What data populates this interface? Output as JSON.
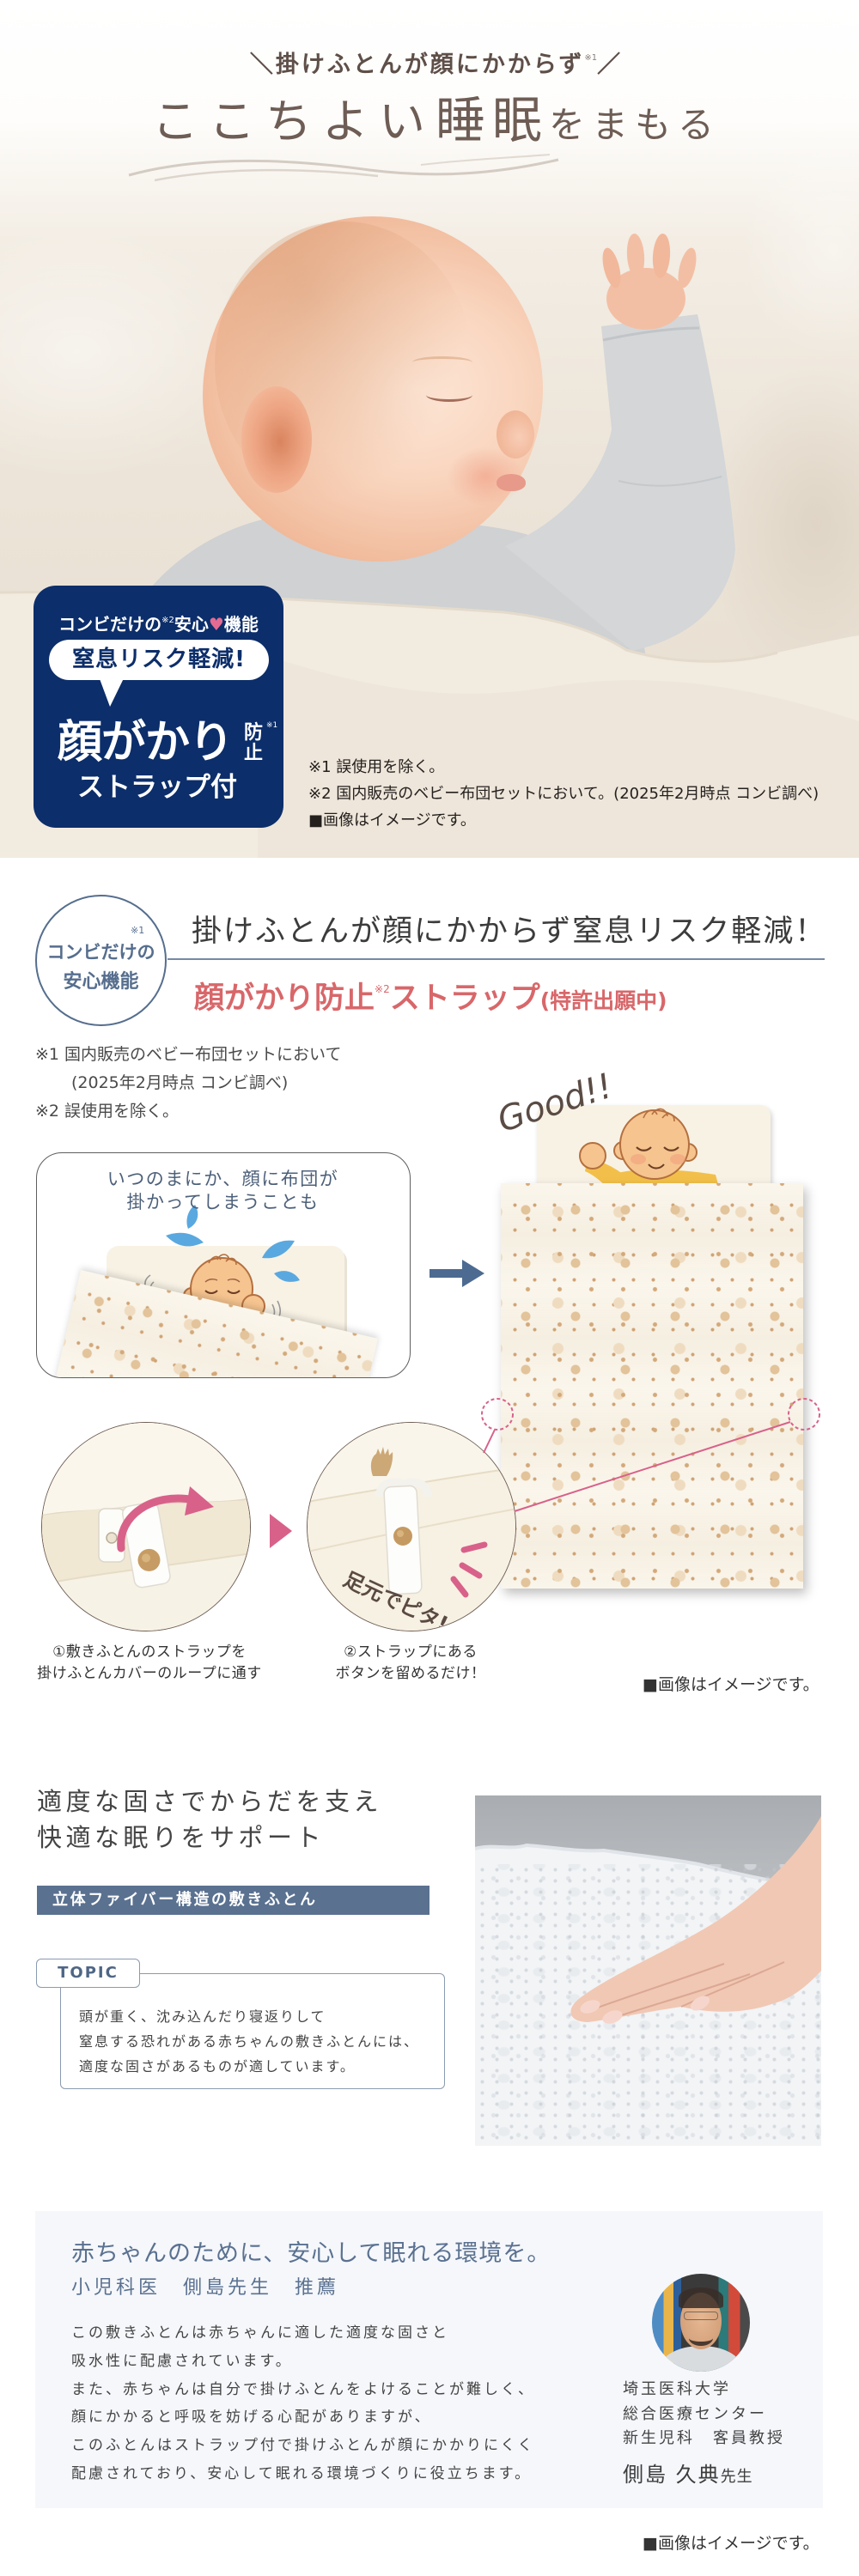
{
  "colors": {
    "navy_badge": "#0c2e6a",
    "pink_accent": "#d8618a",
    "heart": "#e36b92",
    "slate_blue": "#566e8e",
    "band_blue": "#5a7190",
    "coral_red": "#d8676a",
    "hero_cream": "#ece4d8",
    "panel_bg": "#f5f7fb",
    "arrow_blue": "#4d6b91"
  },
  "hero": {
    "kicker": {
      "open": "＼",
      "text": "掛けふとんが顔にかからず",
      "note": "※1",
      "close": "／"
    },
    "title": {
      "part1": "ここちよい",
      "part2": "睡眠",
      "part3": "をまもる"
    },
    "badge": {
      "intro_a": "コンビだけの",
      "intro_note": "※2",
      "intro_b": "安心",
      "heart": "♥",
      "intro_c": "機能",
      "bubble": "窒息リスク軽減!",
      "main": "顔がかり",
      "main_small_1": "防",
      "main_small_2": "止",
      "main_note": "※1",
      "sub": "ストラップ付"
    },
    "notes": [
      "※1 誤使用を除く。",
      "※2 国内販売のベビー布団セットにおいて。(2025年2月時点 コンビ調べ)",
      "■画像はイメージです。"
    ]
  },
  "strap_feature": {
    "circle_badge": {
      "note": "※1",
      "line1": "コンビだけの",
      "line2": "安心機能"
    },
    "heading": "掛けふとんが顔にかからず窒息リスク軽減！",
    "subheading": {
      "text": "顔がかり防止",
      "note": "※2",
      "strap": "ストラップ",
      "paren": "(特許出願中)"
    },
    "notes": [
      "※1 国内販売のベビー布団セットにおいて",
      "(2025年2月時点 コンビ調べ)",
      "※2 誤使用を除く。"
    ],
    "before_illustration": {
      "caption_line1": "いつのまにか、顔に布団が",
      "caption_line2": "掛かってしまうことも"
    },
    "after_illustration": {
      "exclaim": "Good!!"
    },
    "steps": [
      {
        "line1": "①敷きふとんのストラップを",
        "line2": "掛けふとんカバーのループに通す"
      },
      {
        "line1": "②ストラップにある",
        "line2": "ボタンを留めるだけ！",
        "callout": "足元でピタ!"
      }
    ],
    "image_note": "■画像はイメージです。"
  },
  "mattress": {
    "headline_line1": "適度な固さでからだを支え",
    "headline_line2": "快適な眠りをサポート",
    "band": "立体ファイバー構造の敷きふとん",
    "topic": {
      "label": "TOPIC",
      "lines": [
        "頭が重く、沈み込んだり寝返りして",
        "窒息する恐れがある赤ちゃんの敷きふとんには、",
        "適度な固さがあるものが適しています。"
      ]
    }
  },
  "recommendation": {
    "heading": "赤ちゃんのために、安心して眠れる環境を。",
    "byline": "小児科医　側島先生　推薦",
    "body": [
      "この敷きふとんは赤ちゃんに適した適度な固さと",
      "吸水性に配慮されています。",
      "また、赤ちゃんは自分で掛けふとんをよけることが難しく、",
      "顔にかかると呼吸を妨げる心配がありますが、",
      "このふとんはストラップ付で掛けふとんが顔にかかりにくく",
      "配慮されており、安心して眠れる環境づくりに役立ちます。"
    ],
    "doctor": {
      "affiliation": [
        "埼玉医科大学",
        "総合医療センター",
        "新生児科　客員教授"
      ],
      "name": "側島 久典",
      "honorific": "先生"
    }
  },
  "footer": {
    "image_note": "■画像はイメージです。"
  }
}
